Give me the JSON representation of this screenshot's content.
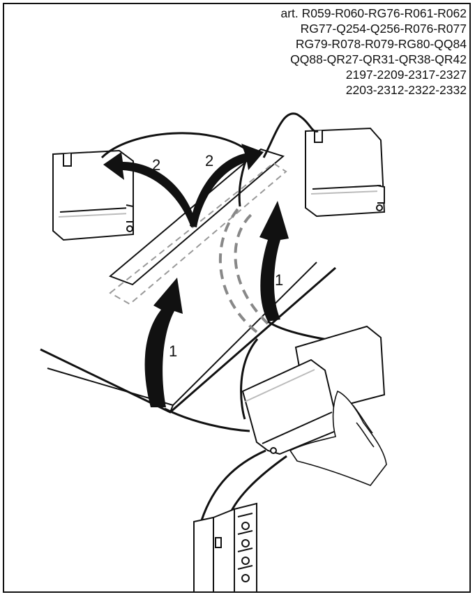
{
  "header": {
    "art_lines": [
      "art.  R059-R060-RG76-R061-R062",
      "RG77-Q254-Q256-R076-R077",
      "RG79-R078-R079-RG80-QQ84",
      "QQ88-QR27-QR31-QR38-QR42",
      "2197-2209-2317-2327",
      "2203-2312-2322-2332"
    ]
  },
  "step_labels": {
    "arrow_left_up": "1",
    "arrow_right_up": "1",
    "arrow_left_out": "2",
    "arrow_right_out": "2"
  }
}
